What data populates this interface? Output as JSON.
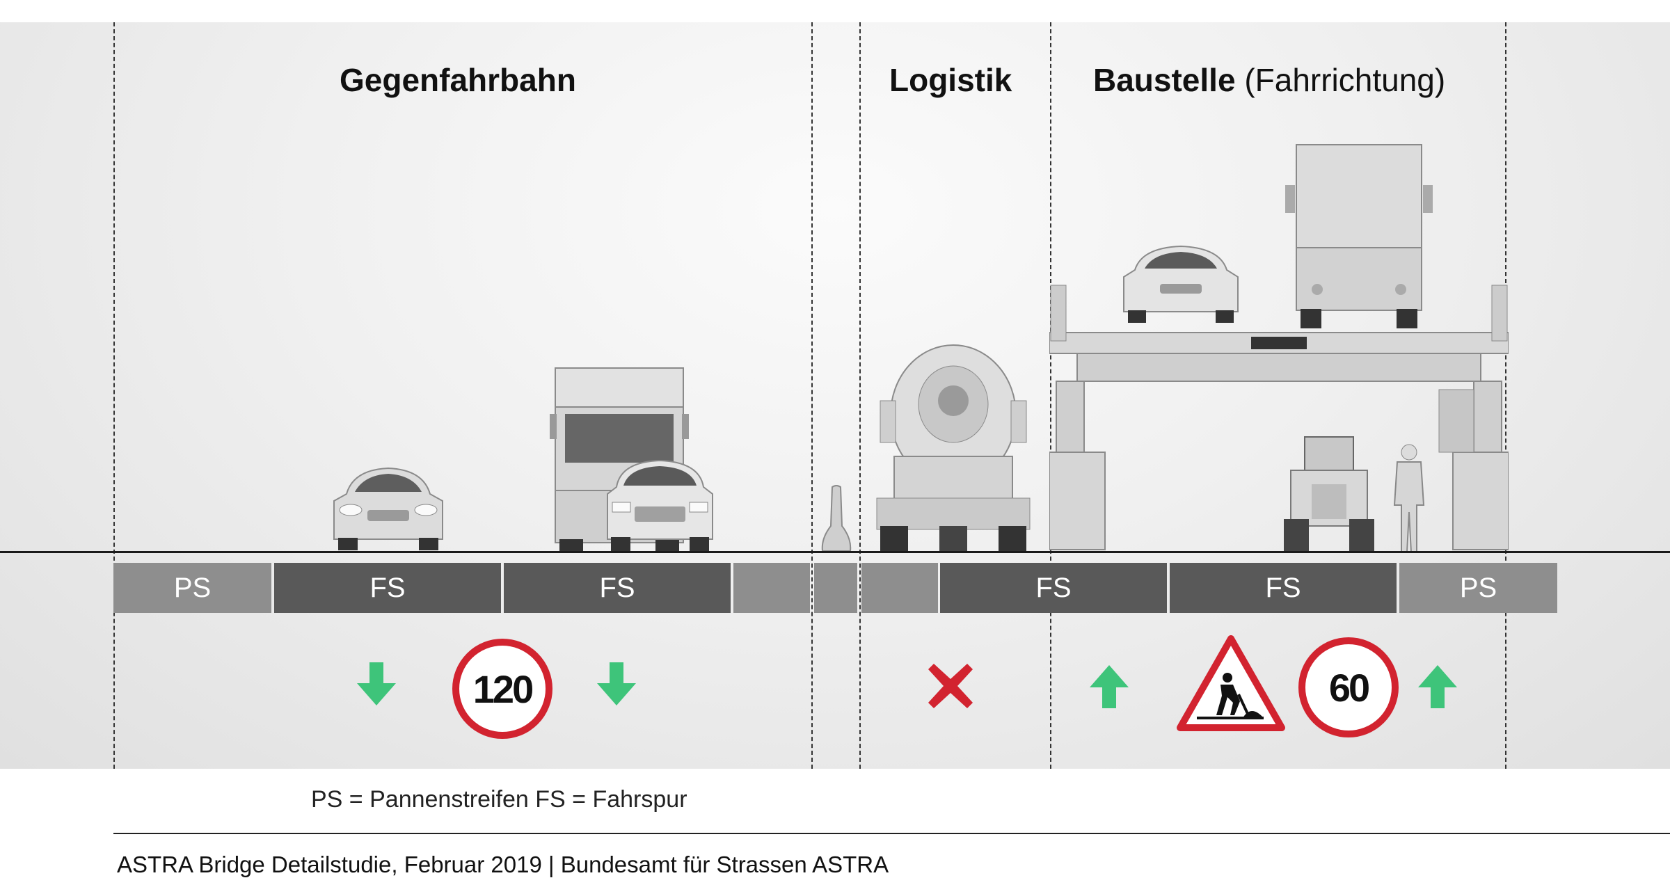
{
  "headings": {
    "gegenfahrbahn": "Gegenfahrbahn",
    "logistik": "Logistik",
    "baustelle": "Baustelle",
    "fahrrichtung": "(Fahrrichtung)"
  },
  "lanes": [
    {
      "label": "PS",
      "shade": "light"
    },
    {
      "label": "FS",
      "shade": "dark"
    },
    {
      "label": "FS",
      "shade": "dark"
    },
    {
      "label": "",
      "shade": "light"
    },
    {
      "label": "",
      "shade": "light"
    },
    {
      "label": "",
      "shade": "light"
    },
    {
      "label": "FS",
      "shade": "dark"
    },
    {
      "label": "FS",
      "shade": "dark"
    },
    {
      "label": "PS",
      "shade": "light"
    }
  ],
  "signs": {
    "speed_left": "120",
    "speed_right": "60",
    "arrow_down_icon": "arrow-down-icon",
    "arrow_up_icon": "arrow-up-icon",
    "closed_lane_icon": "x-icon",
    "roadworks_icon": "roadworks-warning-icon"
  },
  "colors": {
    "arrow_green": "#3ec47a",
    "closed_red": "#d2232f",
    "lane_dark": "#595959",
    "lane_light": "#8e8e8e"
  },
  "legend": "PS = Pannenstreifen FS = Fahrspur",
  "footer": "ASTRA Bridge Detailstudie, Februar 2019 | Bundesamt für Strassen ASTRA"
}
